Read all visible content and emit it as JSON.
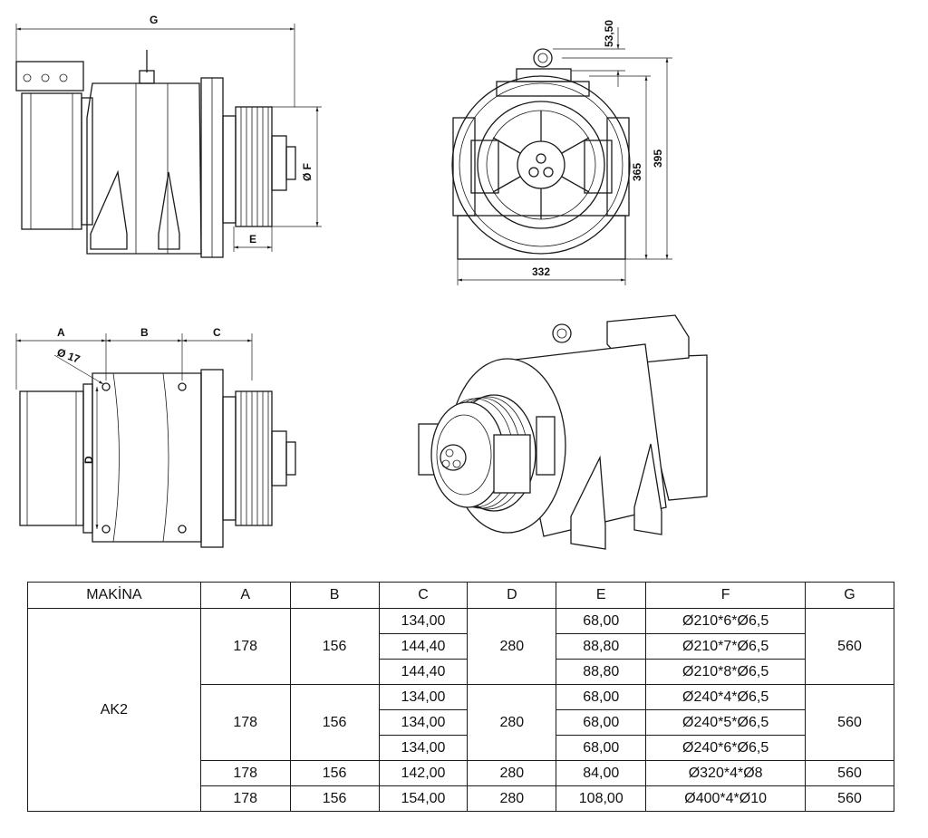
{
  "drawing": {
    "dim_labels": {
      "g": "G",
      "f": "Ø F",
      "e": "E",
      "h1": "53,50",
      "h2": "395",
      "h3": "365",
      "w": "332",
      "a": "A",
      "b": "B",
      "c": "C",
      "d": "D",
      "hole": "Ø 17"
    }
  },
  "table": {
    "headers": [
      "MAKİNA",
      "A",
      "B",
      "C",
      "D",
      "E",
      "F",
      "G"
    ],
    "machine": "AK2",
    "groups": [
      {
        "a": "178",
        "b": "156",
        "d": "280",
        "g": "560",
        "rows": [
          {
            "c": "134,00",
            "e": "68,00",
            "f": "Ø210*6*Ø6,5"
          },
          {
            "c": "144,40",
            "e": "88,80",
            "f": "Ø210*7*Ø6,5"
          },
          {
            "c": "144,40",
            "e": "88,80",
            "f": "Ø210*8*Ø6,5"
          }
        ]
      },
      {
        "a": "178",
        "b": "156",
        "d": "280",
        "g": "560",
        "rows": [
          {
            "c": "134,00",
            "e": "68,00",
            "f": "Ø240*4*Ø6,5"
          },
          {
            "c": "134,00",
            "e": "68,00",
            "f": "Ø240*5*Ø6,5"
          },
          {
            "c": "134,00",
            "e": "68,00",
            "f": "Ø240*6*Ø6,5"
          }
        ]
      },
      {
        "a": "178",
        "b": "156",
        "d": "280",
        "g": "560",
        "rows": [
          {
            "c": "142,00",
            "e": "84,00",
            "f": "Ø320*4*Ø8"
          }
        ]
      },
      {
        "a": "178",
        "b": "156",
        "d": "280",
        "g": "560",
        "rows": [
          {
            "c": "154,00",
            "e": "108,00",
            "f": "Ø400*4*Ø10"
          }
        ]
      }
    ]
  }
}
